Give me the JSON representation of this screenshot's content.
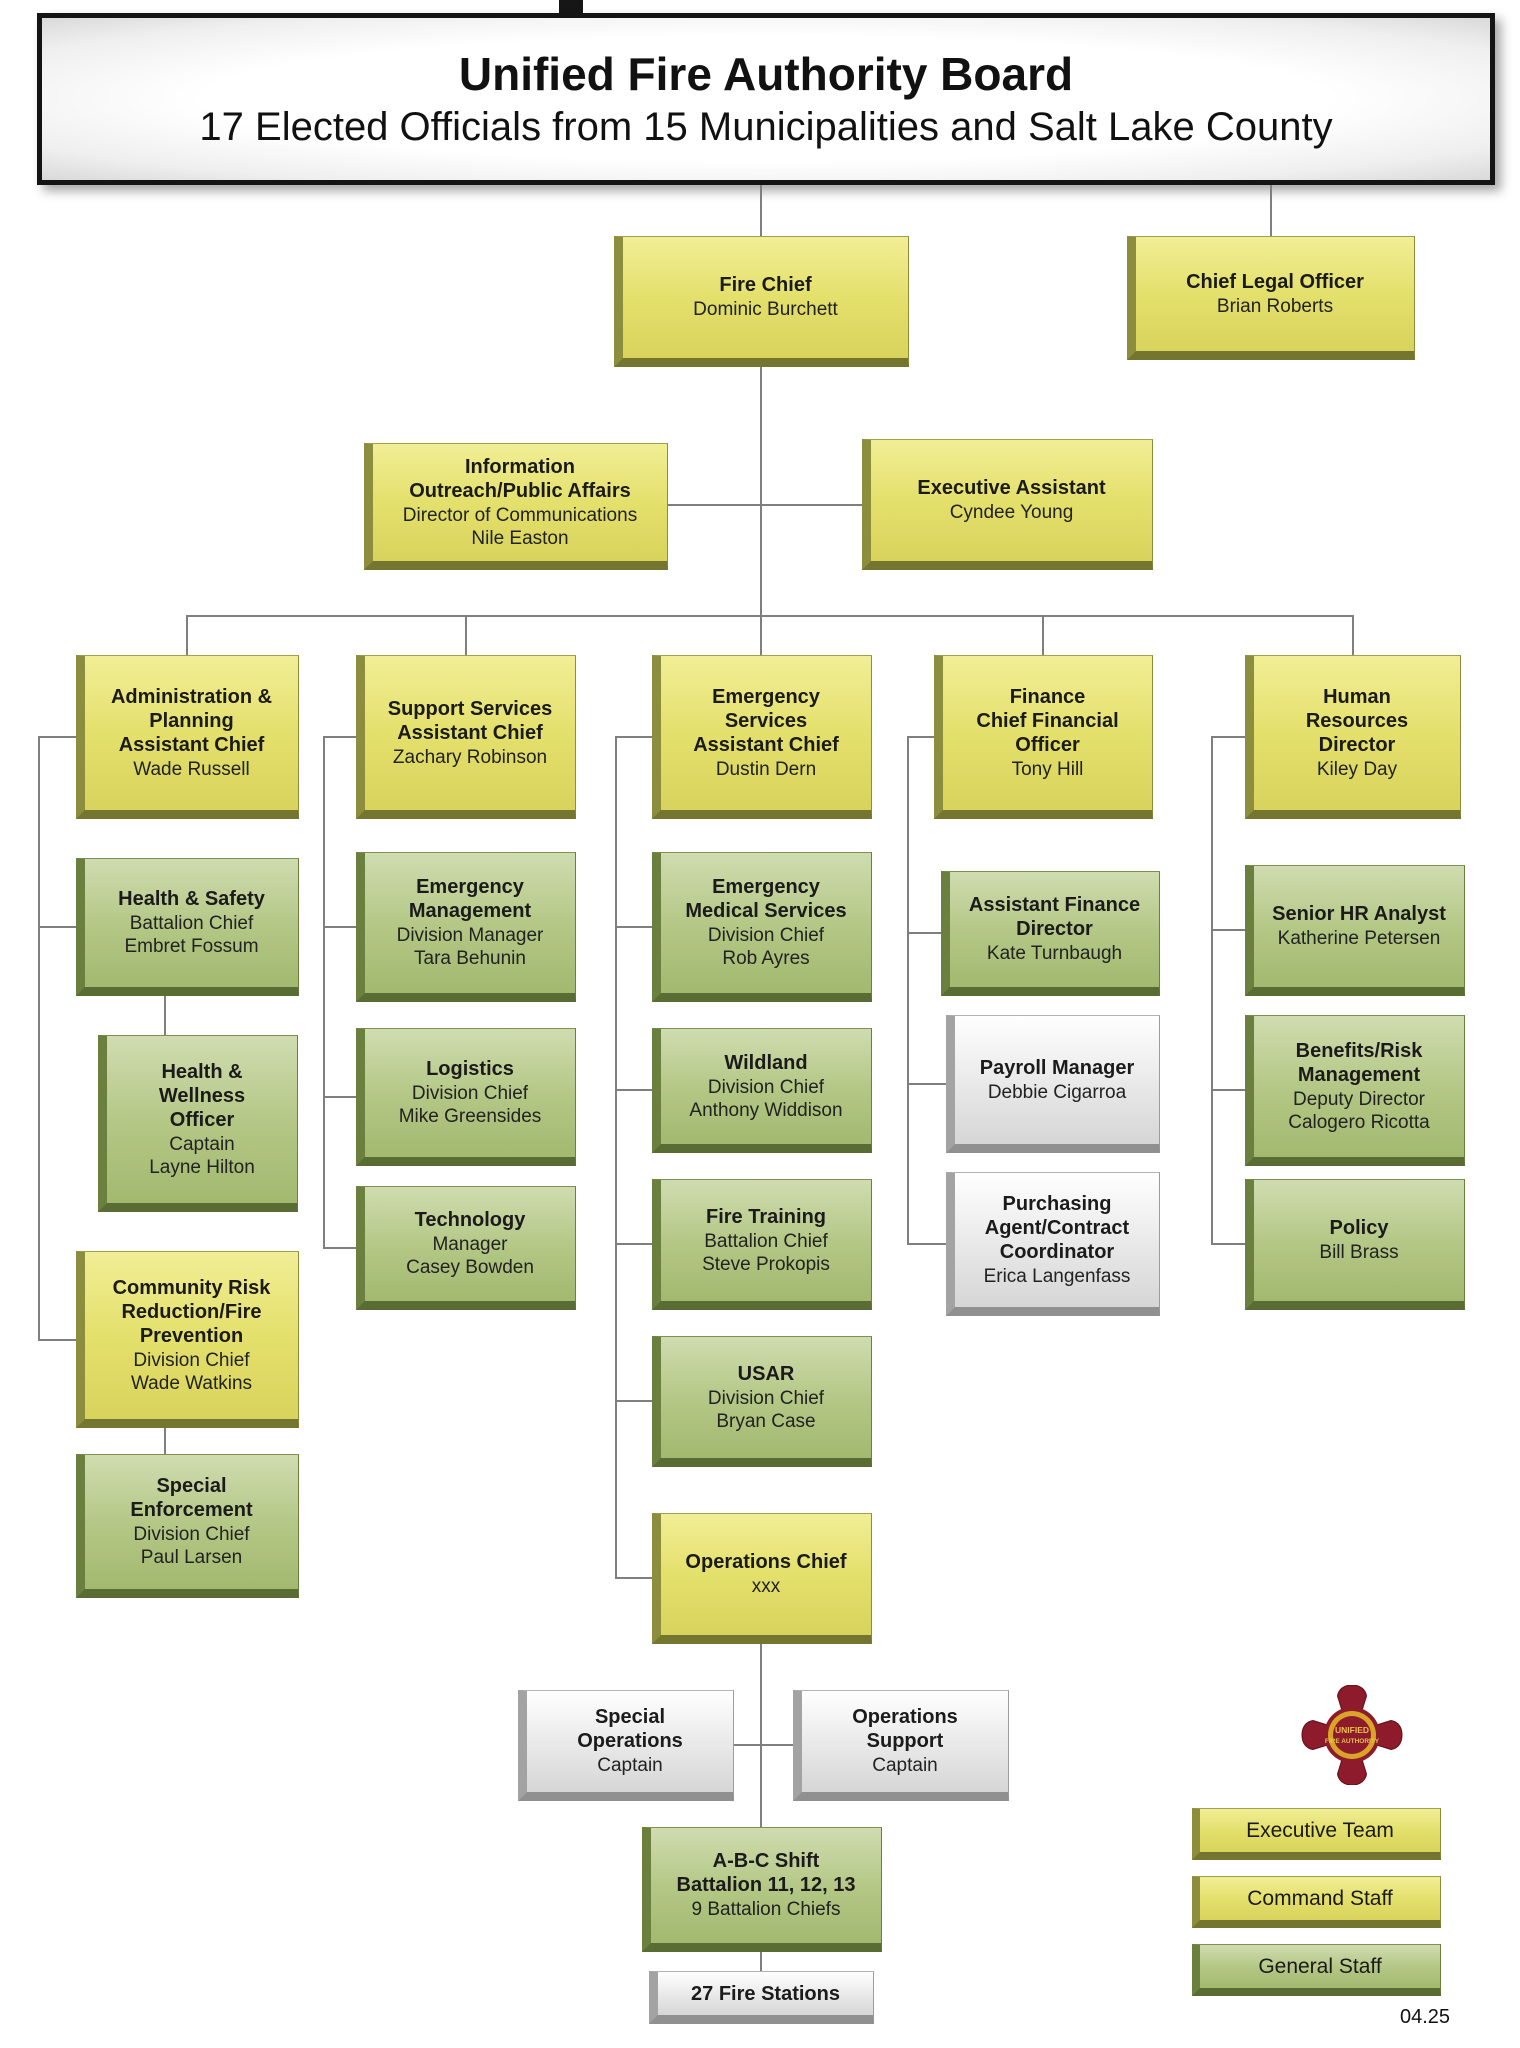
{
  "title_box": {
    "line1": "Unified Fire Authority Board",
    "line2": "17 Elected Officials from 15 Municipalities and Salt Lake County"
  },
  "nodes": {
    "fire_chief": {
      "title": "Fire Chief",
      "sub": "Dominic Burchett"
    },
    "chief_legal": {
      "title": "Chief Legal Officer",
      "sub": "Brian Roberts"
    },
    "info_outreach": {
      "title": "Information\nOutreach/Public Affairs",
      "sub": "Director of Communications\nNile Easton"
    },
    "exec_assistant": {
      "title": "Executive Assistant",
      "sub": "Cyndee Young"
    },
    "admin_planning": {
      "title": "Administration &\nPlanning\nAssistant Chief",
      "sub": "Wade Russell"
    },
    "support_services": {
      "title": "Support Services\nAssistant Chief",
      "sub": "Zachary Robinson"
    },
    "emergency_services": {
      "title": "Emergency\nServices\nAssistant Chief",
      "sub": "Dustin Dern"
    },
    "finance": {
      "title": "Finance\nChief Financial\nOfficer",
      "sub": "Tony Hill"
    },
    "human_resources": {
      "title": "Human\nResources\nDirector",
      "sub": "Kiley Day"
    },
    "health_safety": {
      "title": "Health & Safety",
      "sub": "Battalion Chief\nEmbret Fossum"
    },
    "health_wellness": {
      "title": "Health &\nWellness\nOfficer",
      "sub": "Captain\nLayne Hilton"
    },
    "community_risk": {
      "title": "Community Risk\nReduction/Fire\nPrevention",
      "sub": "Division Chief\nWade Watkins"
    },
    "special_enforcement": {
      "title": "Special\nEnforcement",
      "sub": "Division Chief\nPaul Larsen"
    },
    "emergency_management": {
      "title": "Emergency\nManagement",
      "sub": "Division Manager\nTara Behunin"
    },
    "logistics": {
      "title": "Logistics",
      "sub": "Division Chief\nMike Greensides"
    },
    "technology": {
      "title": "Technology",
      "sub": "Manager\nCasey Bowden"
    },
    "ems": {
      "title": "Emergency\nMedical Services",
      "sub": "Division Chief\nRob Ayres"
    },
    "wildland": {
      "title": "Wildland",
      "sub": "Division Chief\nAnthony Widdison"
    },
    "fire_training": {
      "title": "Fire Training",
      "sub": "Battalion Chief\nSteve Prokopis"
    },
    "usar": {
      "title": "USAR",
      "sub": "Division Chief\nBryan Case"
    },
    "operations_chief": {
      "title": "Operations Chief",
      "sub": "xxx"
    },
    "special_operations": {
      "title": "Special\nOperations",
      "sub": "Captain"
    },
    "operations_support": {
      "title": "Operations\nSupport",
      "sub": "Captain"
    },
    "abc_shift": {
      "title": "A-B-C Shift\nBattalion 11, 12, 13",
      "sub": "9 Battalion Chiefs"
    },
    "fire_stations": {
      "title": "27 Fire Stations"
    },
    "assistant_finance": {
      "title": "Assistant Finance\nDirector",
      "sub": "Kate Turnbaugh"
    },
    "payroll": {
      "title": "Payroll Manager",
      "sub": "Debbie Cigarroa"
    },
    "purchasing": {
      "title": "Purchasing\nAgent/Contract\nCoordinator",
      "sub": "Erica Langenfass"
    },
    "senior_hr": {
      "title": "Senior HR Analyst",
      "sub": "Katherine Petersen"
    },
    "benefits_risk": {
      "title": "Benefits/Risk\nManagement",
      "sub": "Deputy Director\nCalogero Ricotta"
    },
    "policy": {
      "title": "Policy",
      "sub": "Bill Brass"
    }
  },
  "legend": {
    "executive": "Executive Team",
    "command": "Command Staff",
    "general": "General Staff"
  },
  "logo": {
    "icon": "ufa-maltese-cross-badge",
    "text1": "UNIFIED",
    "text2": "FIRE AUTHORITY"
  },
  "version": "04.25",
  "colors": {
    "executive_command_yellow": "#e4e06c",
    "general_staff_green": "#b5c887",
    "support_gray": "#eaeaea",
    "connector_gray": "#7f7f7f",
    "logo_maroon": "#8d1b2c",
    "logo_gold": "#d9a427"
  }
}
